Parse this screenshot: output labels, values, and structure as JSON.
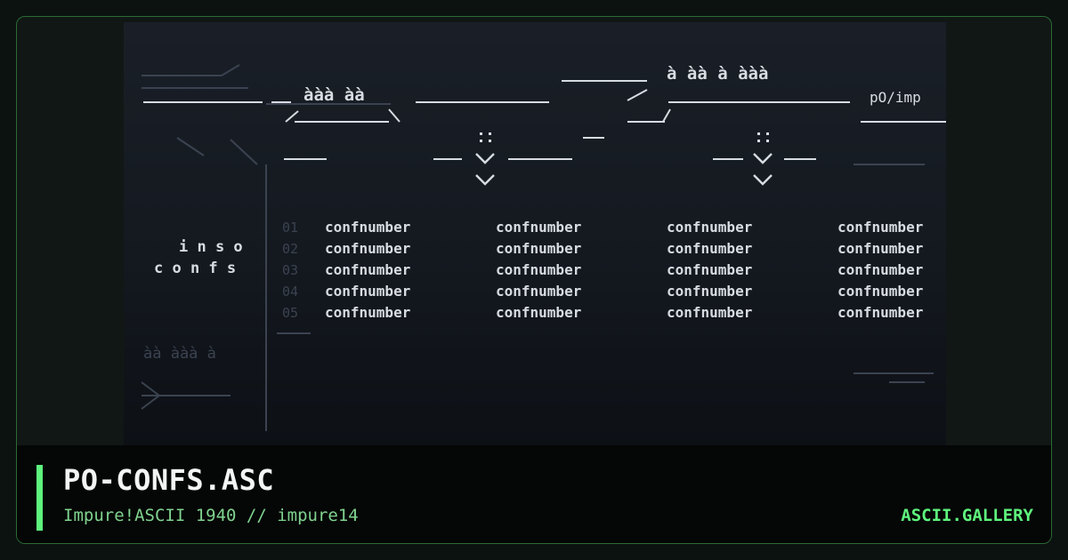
{
  "title": "PO-CONFS.ASC",
  "subtitle": "Impure!ASCII 1940 // impure14",
  "brand": "ASCII.GALLERY",
  "colors": {
    "accent": "#5ef47d",
    "border": "#2a6b35",
    "art_text": "#d7dbe2",
    "art_dim": "#3b4350",
    "footer_bg": "#050606"
  },
  "art": {
    "top_glyphs_left": "ààà  àà",
    "top_glyphs_right": "à  àà  à ààà",
    "corner_tag": "pO/imp",
    "side_label_1": "i n s o",
    "side_label_2": "c o n f s",
    "cell_text": "confnumber",
    "row_numbers_left": [
      "01",
      "02",
      "03",
      "04",
      "05"
    ],
    "bottom_glyphs": "àà  ààà  à"
  }
}
